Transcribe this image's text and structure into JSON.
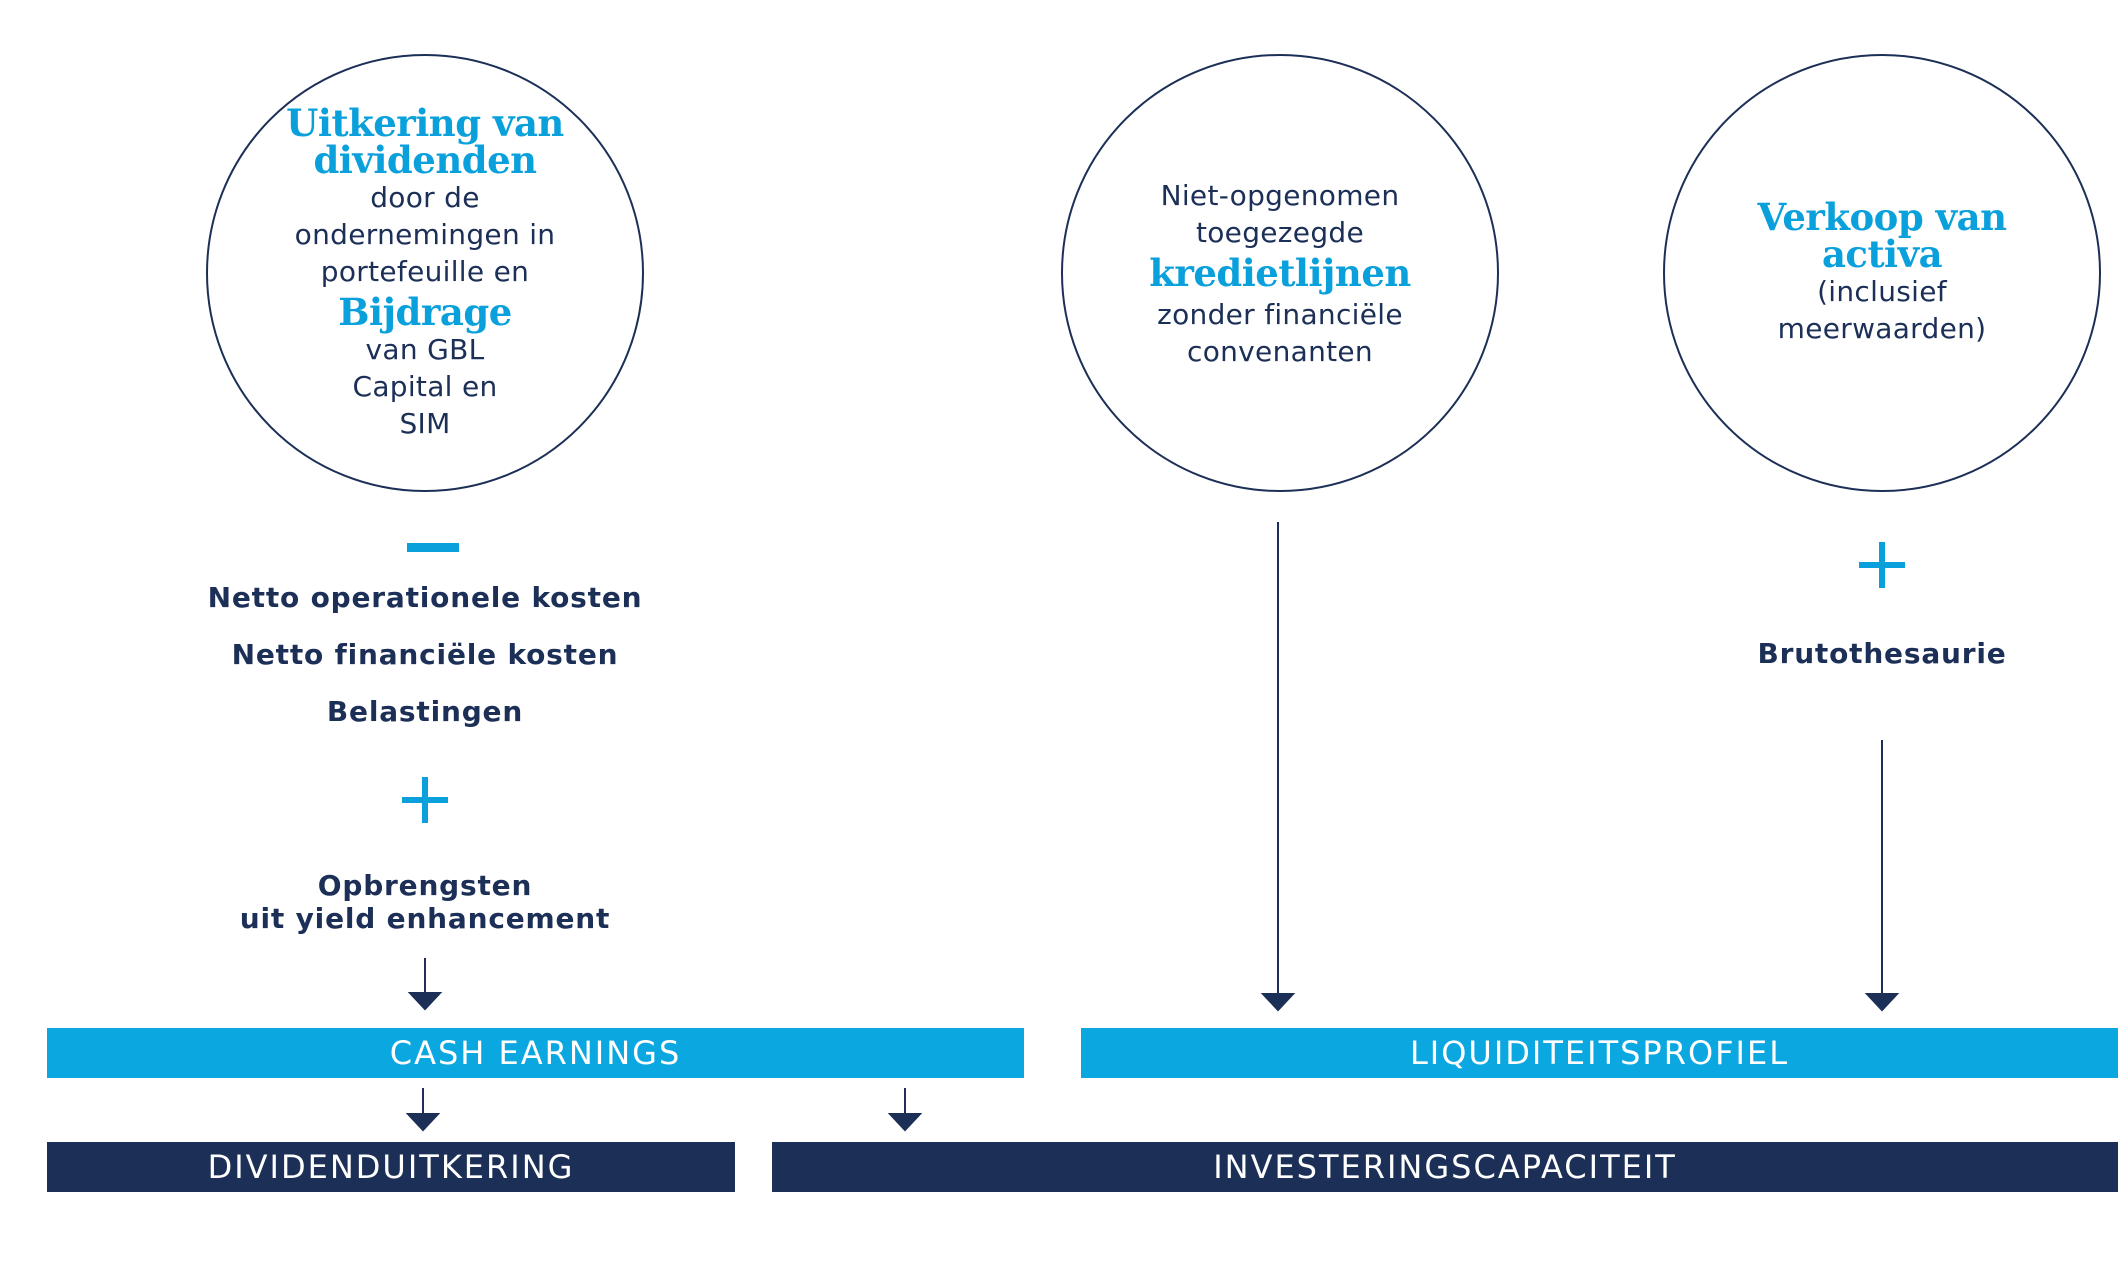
{
  "circle_dividends": {
    "heading_1": "Uitkering van dividenden",
    "text_1": "door de ondernemingen in portefeuille en",
    "heading_2": "Bijdrage",
    "text_2": "van GBL Capital en SIM"
  },
  "circle_credit": {
    "text_1": "Niet-opgenomen toegezegde",
    "heading": "kredietlijnen",
    "text_2": "zonder financiële convenanten"
  },
  "circle_assets": {
    "heading": "Verkoop van activa",
    "text": "(inclusief meerwaarden)"
  },
  "left_column": {
    "minus_sign": "minus",
    "costs": [
      "Netto operationele kosten",
      "Netto financiële kosten",
      "Belastingen"
    ],
    "plus_sign": "plus",
    "yield_line_1": "Opbrengsten",
    "yield_line_2": "uit yield enhancement"
  },
  "right_column": {
    "plus_sign": "plus",
    "gross_cash": "Brutothesaurie"
  },
  "bars": {
    "cash_earnings": "CASH EARNINGS",
    "liquidity_profile": "LIQUIDITEITSPROFIEL",
    "dividend_payout": "DIVIDENDUITKERING",
    "investment_capacity": "INVESTERINGSCAPACITEIT"
  },
  "colors": {
    "accent_blue": "#0aa7e0",
    "navy": "#1c2f57"
  }
}
